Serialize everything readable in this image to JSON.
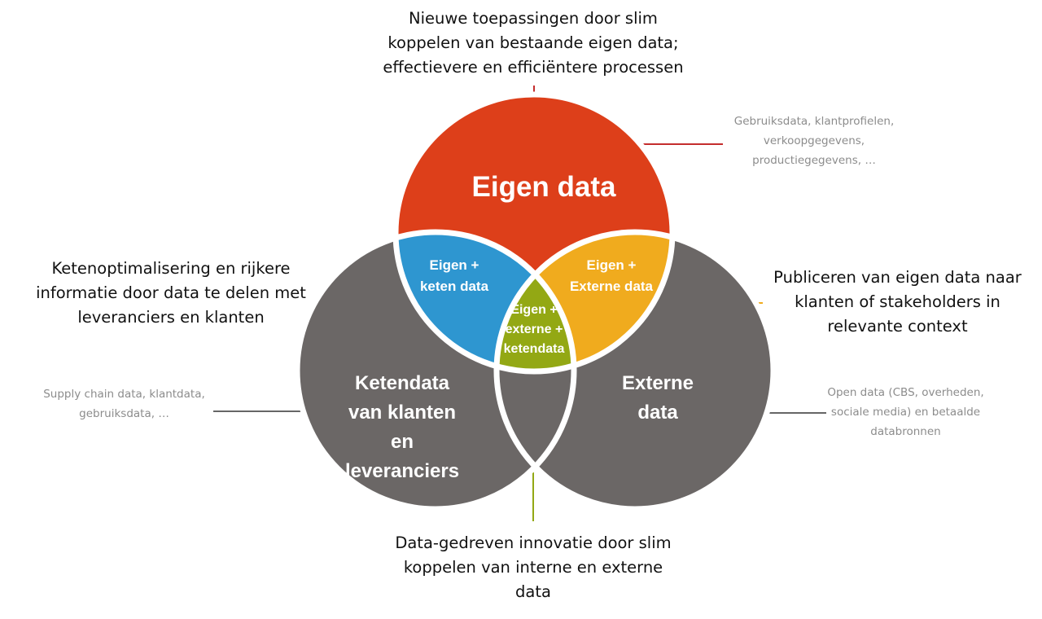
{
  "diagram": {
    "circles": {
      "eigen": {
        "lines": [
          "Eigen data"
        ],
        "color": "#dd3f1a"
      },
      "keten": {
        "lines": [
          "Ketendata",
          "van klanten",
          "en",
          "leveranciers"
        ],
        "color": "#6b6766"
      },
      "extern": {
        "lines": [
          "Externe",
          "data"
        ],
        "color": "#6b6766"
      }
    },
    "overlaps": {
      "eigen_keten": {
        "lines": [
          "Eigen +",
          "keten data"
        ],
        "color": "#2e96d0"
      },
      "eigen_extern": {
        "lines": [
          "Eigen +",
          "Externe data"
        ],
        "color": "#f0ab1e"
      },
      "center": {
        "lines": [
          "Eigen +",
          "externe +",
          "ketendata"
        ],
        "color": "#93a814"
      },
      "keten_extern": {
        "lines": [],
        "color": "#6b6766"
      }
    },
    "annotations": {
      "top": [
        "Nieuwe toepassingen door slim",
        "koppelen van bestaande eigen data;",
        "effectievere en efficiëntere processen"
      ],
      "top_right": [
        "Gebruiksdata, klantprofielen,",
        "verkoopgegevens,",
        "productiegegevens, …"
      ],
      "left": [
        "Ketenoptimalisering en rijkere",
        "informatie door data te delen met",
        "leveranciers en klanten"
      ],
      "right": [
        "Publiceren van eigen data naar",
        "klanten of stakeholders in",
        "relevante context"
      ],
      "bottom_left": [
        "Supply chain data, klantdata,",
        "gebruiksdata, …"
      ],
      "bottom_right": [
        "Open data (CBS, overheden,",
        "sociale media) en betaalde",
        "databronnen"
      ],
      "bottom": [
        "Data-gedreven innovatie door slim",
        "koppelen van interne en externe",
        "data"
      ]
    },
    "connector_colors": {
      "red": "#c42d2d",
      "blue": "#2e96d0",
      "yellow": "#f0ab1e",
      "green": "#93a814",
      "gray": "#666666"
    }
  }
}
